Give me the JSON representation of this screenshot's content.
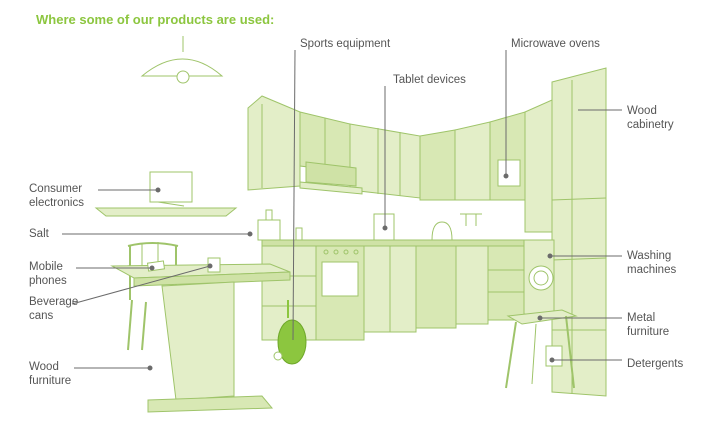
{
  "title": "Where some of our products are used:",
  "colors": {
    "title": "#8cc63f",
    "fill_light": "#e3eec8",
    "fill_mid": "#cfe2a6",
    "outline": "#9fc46a",
    "leader": "#6b6b6b",
    "label": "#555555",
    "racket": "#8cc63f"
  },
  "labels": {
    "sports_equipment": "Sports equipment",
    "microwave_ovens": "Microwave ovens",
    "tablet_devices": "Tablet devices",
    "wood_cabinetry": [
      "Wood",
      "cabinetry"
    ],
    "consumer_electronics": [
      "Consumer",
      "electronics"
    ],
    "salt": "Salt",
    "mobile_phones": [
      "Mobile",
      "phones"
    ],
    "beverage_cans": [
      "Beverage",
      "cans"
    ],
    "washing_machines": [
      "Washing",
      "machines"
    ],
    "metal_furniture": [
      "Metal",
      "furniture"
    ],
    "detergents": "Detergents",
    "wood_furniture": [
      "Wood",
      "furniture"
    ]
  }
}
